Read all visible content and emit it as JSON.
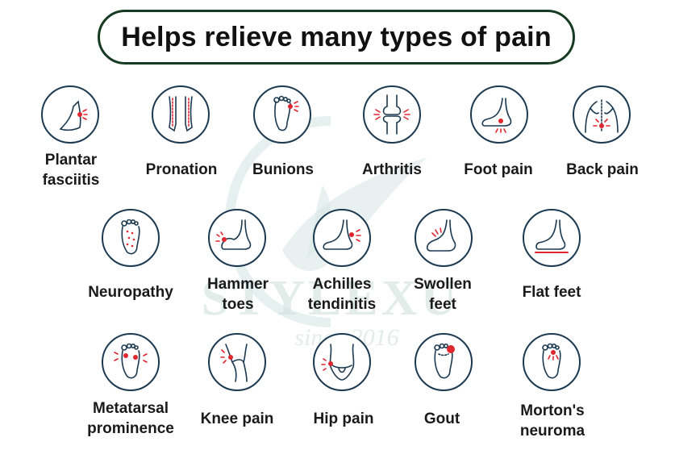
{
  "title": "Helps relieve many types of pain",
  "watermark": {
    "brand": "STYLEXU",
    "tagline": "since 2016",
    "color": "#cfe0dc"
  },
  "colors": {
    "outline": "#1b3950",
    "accent": "#e0262e",
    "title_border": "#163b22"
  },
  "items": [
    {
      "label": "Plantar\nfasciitis",
      "icon": "plantar-fasciitis-icon"
    },
    {
      "label": "Pronation",
      "icon": "pronation-icon"
    },
    {
      "label": "Bunions",
      "icon": "bunions-icon"
    },
    {
      "label": "Arthritis",
      "icon": "arthritis-icon"
    },
    {
      "label": "Foot pain",
      "icon": "foot-pain-icon"
    },
    {
      "label": "Back pain",
      "icon": "back-pain-icon"
    },
    {
      "label": "Neuropathy",
      "icon": "neuropathy-icon"
    },
    {
      "label": "Hammer\ntoes",
      "icon": "hammer-toes-icon"
    },
    {
      "label": "Achilles\ntendinitis",
      "icon": "achilles-tendinitis-icon"
    },
    {
      "label": "Swollen\nfeet",
      "icon": "swollen-feet-icon"
    },
    {
      "label": "Flat feet",
      "icon": "flat-feet-icon"
    },
    {
      "label": "Metatarsal\nprominence",
      "icon": "metatarsal-prominence-icon"
    },
    {
      "label": "Knee pain",
      "icon": "knee-pain-icon"
    },
    {
      "label": "Hip pain",
      "icon": "hip-pain-icon"
    },
    {
      "label": "Gout",
      "icon": "gout-icon"
    },
    {
      "label": "Morton's\nneuroma",
      "icon": "mortons-neuroma-icon"
    }
  ]
}
